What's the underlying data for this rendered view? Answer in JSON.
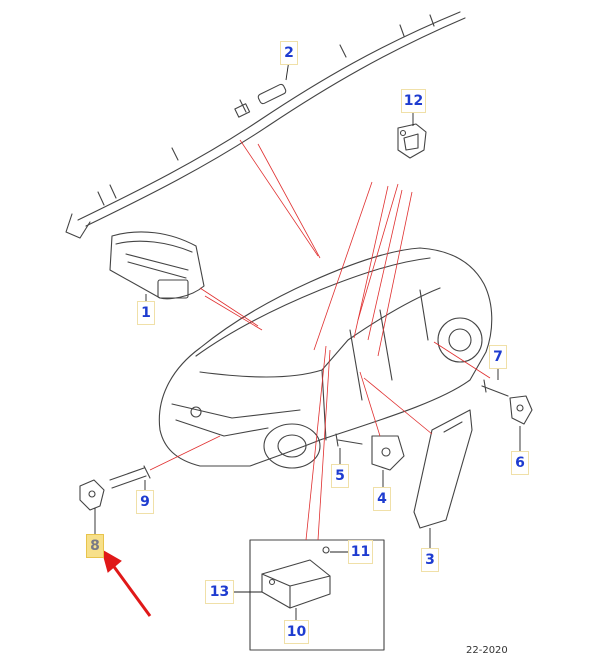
{
  "diagram": {
    "callouts": [
      {
        "id": "c1",
        "label": "1"
      },
      {
        "id": "c2",
        "label": "2"
      },
      {
        "id": "c3",
        "label": "3"
      },
      {
        "id": "c4",
        "label": "4"
      },
      {
        "id": "c5",
        "label": "5"
      },
      {
        "id": "c6",
        "label": "6"
      },
      {
        "id": "c7",
        "label": "7"
      },
      {
        "id": "c8",
        "label": "8"
      },
      {
        "id": "c9",
        "label": "9"
      },
      {
        "id": "c10",
        "label": "10"
      },
      {
        "id": "c11",
        "label": "11"
      },
      {
        "id": "c12",
        "label": "12"
      },
      {
        "id": "c13",
        "label": "13"
      }
    ],
    "highlighted_label": "8",
    "footnote": "22-2020",
    "colors": {
      "callout_text": "#1e3cd0",
      "callout_border": "#f0e0a8",
      "highlight_fill": "#f7e08a",
      "leader_red": "#e03030",
      "arrow_red": "#e01818"
    }
  }
}
